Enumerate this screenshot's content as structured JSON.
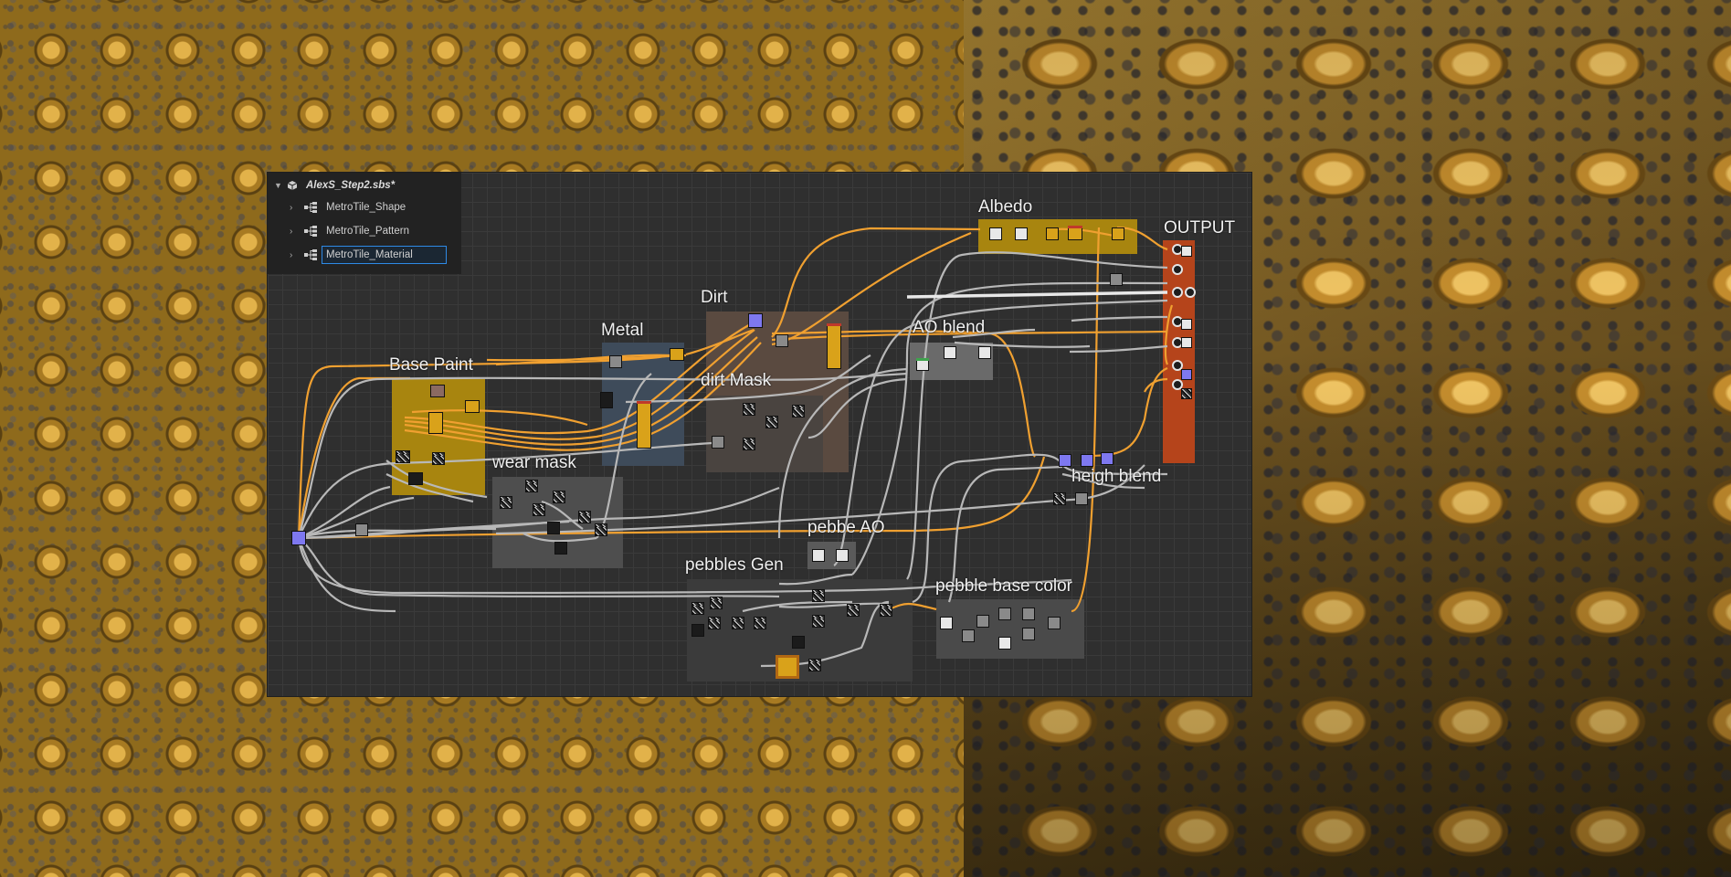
{
  "explorer": {
    "package_name": "AlexS_Step2.sbs*",
    "graphs": [
      {
        "label": "MetroTile_Shape"
      },
      {
        "label": "MetroTile_Pattern"
      },
      {
        "label": "MetroTile_Material"
      }
    ],
    "selected_graph": "MetroTile_Material"
  },
  "frames": {
    "base_paint": "Base Paint",
    "metal": "Metal",
    "dirt": "Dirt",
    "dirt_mask": "dirt Mask",
    "albedo": "Albedo",
    "output": "OUTPUT",
    "ao_blend": "AO blend",
    "wear_mask": "wear mask",
    "heigh_blend": "heigh blend",
    "pebbe_ao": "pebbe AO",
    "pebbles_gen": "pebbles Gen",
    "pebble_base_color": "pebble base color"
  },
  "colors": {
    "base_paint_frame": "#a8850f",
    "albedo_frame": "#a8850f",
    "output_frame": "#b5441b",
    "metal_frame": "#3e4b5a",
    "dirt_frame": "#5a4a40",
    "gray_frame": "#555555",
    "wire_color": "#f0a030",
    "wire_gray": "#b8b8b8"
  }
}
